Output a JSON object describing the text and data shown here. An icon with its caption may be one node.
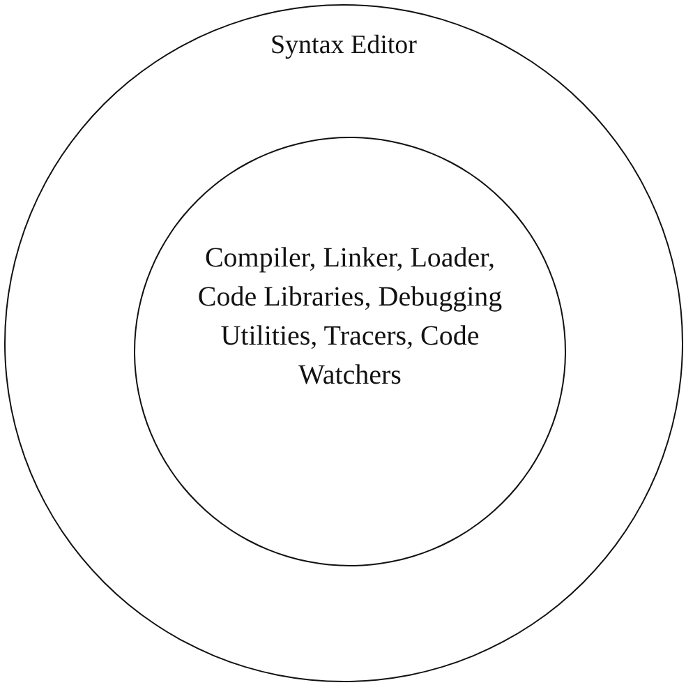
{
  "diagram": {
    "nodes": [
      {
        "text": [
          "Syntax Editor"
        ]
      },
      {
        "text": [
          "Compiler, Linker, Loader, Code Libraries, Debugging Utilities, Tracers, Code Watchers"
        ],
        "in": 0
      }
    ]
  }
}
